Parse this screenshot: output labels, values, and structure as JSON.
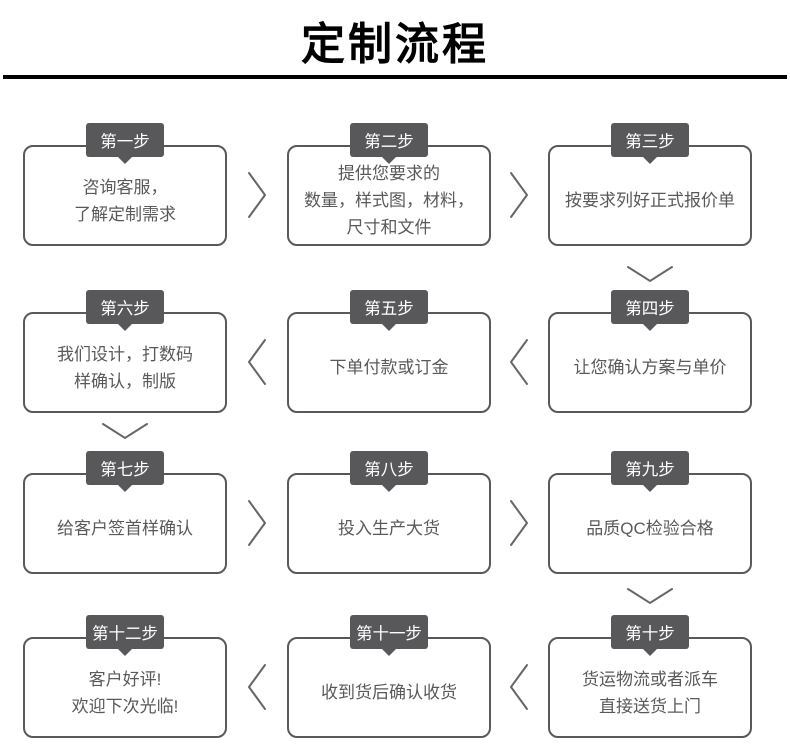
{
  "header": {
    "title": "定制流程"
  },
  "colors": {
    "title_black": "#000000",
    "badge_background": "#58585a",
    "card_border": "#595959",
    "body_text": "#595959",
    "arrow_gray": "#666666"
  },
  "steps": [
    {
      "label": "第一步",
      "lines": [
        "咨询客服，",
        "了解定制需求"
      ]
    },
    {
      "label": "第二步",
      "lines": [
        "提供您要求的",
        "数量，样式图，材料，",
        "尺寸和文件"
      ]
    },
    {
      "label": "第三步",
      "lines": [
        "按要求列好正式报价单"
      ]
    },
    {
      "label": "第四步",
      "lines": [
        "让您确认方案与单价"
      ]
    },
    {
      "label": "第五步",
      "lines": [
        "下单付款或订金"
      ]
    },
    {
      "label": "第六步",
      "lines": [
        "我们设计，打数码",
        "样确认，制版"
      ]
    },
    {
      "label": "第七步",
      "lines": [
        "给客户签首样确认"
      ]
    },
    {
      "label": "第八步",
      "lines": [
        "投入生产大货"
      ]
    },
    {
      "label": "第九步",
      "lines": [
        "品质QC检验合格"
      ]
    },
    {
      "label": "第十步",
      "lines": [
        "货运物流或者派车",
        "直接送货上门"
      ]
    },
    {
      "label": "第十一步",
      "lines": [
        "收到货后确认收货"
      ]
    },
    {
      "label": "第十二步",
      "lines": [
        "客户好评!",
        "欢迎下次光临!"
      ]
    }
  ]
}
